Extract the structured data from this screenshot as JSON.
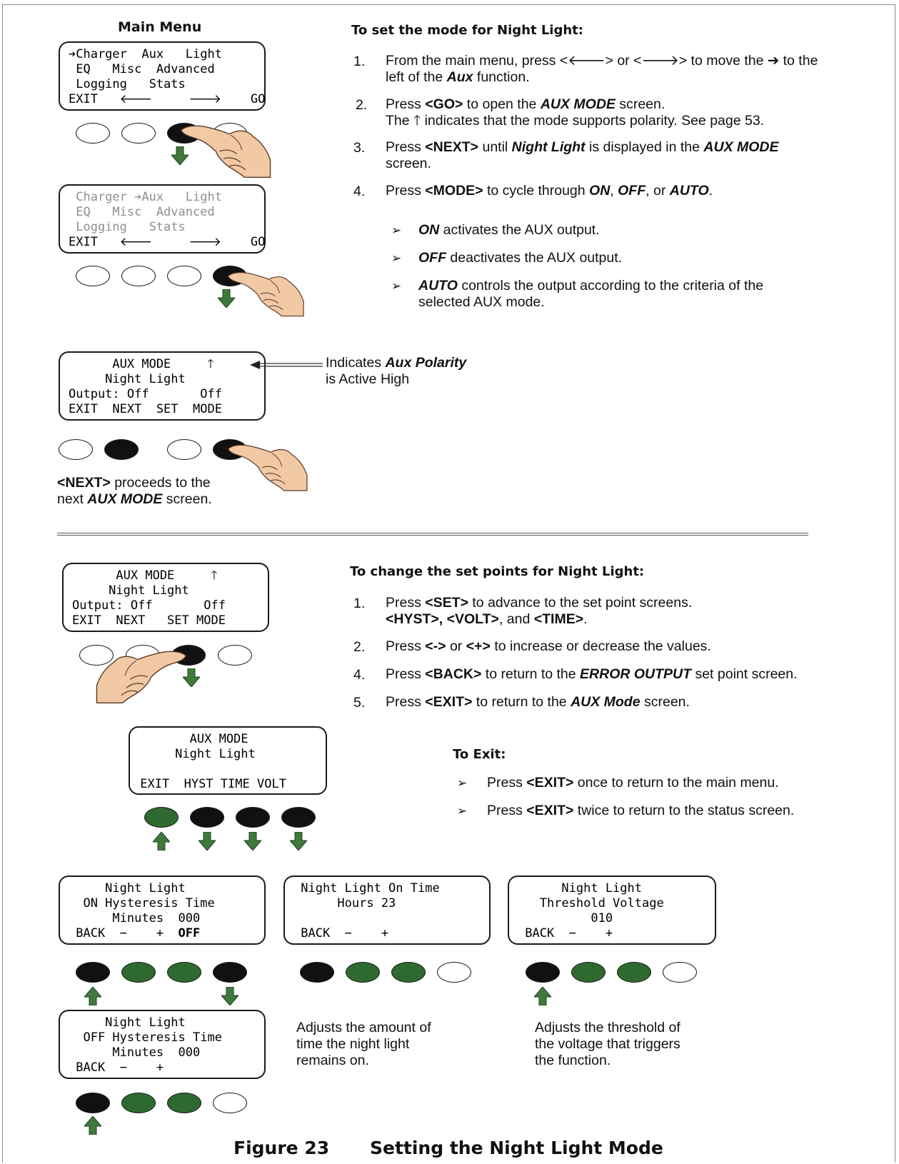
{
  "main_menu_title": "Main Menu",
  "lcd1": {
    "l1": "➔Charger  Aux   Light",
    "l2": " EQ   Misc  Advanced",
    "l3": " Logging   Stats",
    "l4": "EXIT   🡐     🡒    GO"
  },
  "lcd2": {
    "l1": " Charger ➔Aux   Light",
    "l2": " EQ   Misc  Advanced",
    "l3": " Logging   Stats",
    "l4": "EXIT   🡐     🡒    GO"
  },
  "lcd3": {
    "l1": "      AUX MODE     🡑",
    "l2": "     Night Light",
    "l3": "Output: Off       Off",
    "l4": "EXIT  NEXT  SET  MODE"
  },
  "polarity_note": {
    "a": "Indicates ",
    "b": "Aux Polarity",
    "c": "is Active High"
  },
  "next_note": {
    "a": "<NEXT>",
    "b": " proceeds to the",
    "c": "next ",
    "d": "AUX MODE",
    "e": " screen."
  },
  "section1": {
    "heading": "To set the mode for Night Light:",
    "s1_num": "1.",
    "s1_a": "From the main menu, press <🡐> or <🡒> to move the ➔ to the",
    "s1_b": "left of the ",
    "s1_c": "Aux",
    "s1_d": " function.",
    "s2_num": "2.",
    "s2_a": "Press ",
    "s2_b": "<GO>",
    "s2_c": " to open the ",
    "s2_d": "AUX  MODE",
    "s2_e": " screen.",
    "s2_f": "The 🡑 indicates that the mode supports polarity.  See page 53.",
    "s3_num": "3.",
    "s3_a": "Press ",
    "s3_b": "<NEXT>",
    "s3_c": " until ",
    "s3_d": "Night Light",
    "s3_e": " is displayed in the ",
    "s3_f": "AUX MODE",
    "s3_g": "screen.",
    "s4_num": "4.",
    "s4_a": "Press ",
    "s4_b": "<MODE>",
    "s4_c": " to cycle through ",
    "s4_d": "ON",
    "s4_e": ", ",
    "s4_f": "OFF",
    "s4_g": ", or ",
    "s4_h": "AUTO",
    "s4_i": ".",
    "b1_a": "ON",
    "b1_b": " activates the AUX output.",
    "b2_a": "OFF",
    "b2_b": " deactivates the AUX output.",
    "b3_a": "AUTO",
    "b3_b": " controls the  output according to the criteria of the",
    "b3_c": "selected AUX mode.",
    "bullet_glyph": "➢"
  },
  "lcd4": {
    "l1": "      AUX MODE     🡑",
    "l2": "     Night Light",
    "l3": "Output: Off       Off",
    "l4": "EXIT  NEXT   SET MODE"
  },
  "section2": {
    "heading": "To change the set points for Night Light:",
    "s1_num": "1.",
    "s1_a": "Press ",
    "s1_b": "<SET>",
    "s1_c": " to advance to the set point screens.",
    "s1_d": "<HYST>, <VOLT>",
    "s1_e": ", and ",
    "s1_f": "<TIME>",
    "s1_g": ".",
    "s2_num": "2.",
    "s2_a": "Press ",
    "s2_b": "<->",
    "s2_c": " or ",
    "s2_d": "<+>",
    "s2_e": " to increase or decrease the values.",
    "s4_num": "4.",
    "s4_a": "Press ",
    "s4_b": "<BACK>",
    "s4_c": " to return to the ",
    "s4_d": "ERROR OUTPUT",
    "s4_e": " set point screen.",
    "s5_num": "5.",
    "s5_a": "Press ",
    "s5_b": "<EXIT>",
    "s5_c": " to return to the ",
    "s5_d": "AUX Mode",
    "s5_e": " screen."
  },
  "lcd5": {
    "l1": "       AUX MODE",
    "l2": "     Night Light",
    "l4": " EXIT  HYST TIME VOLT"
  },
  "to_exit": {
    "heading": "To Exit:",
    "e1_a": "Press ",
    "e1_b": "<EXIT>",
    "e1_c": " once to return to the main menu.",
    "e2_a": "Press ",
    "e2_b": "<EXIT>",
    "e2_c": " twice to return to the status screen."
  },
  "lcd6": {
    "l1": "     Night Light",
    "l2": "  ON Hysteresis Time",
    "l3": "      Minutes  000",
    "l4": " BACK  −    +  ",
    "l4b": "OFF"
  },
  "lcd7": {
    "l1": " Night Light On Time",
    "l2": "      Hours 23",
    "l4": " BACK  −    +"
  },
  "lcd8": {
    "l1": "      Night Light",
    "l2": "   Threshold Voltage",
    "l3": "          010",
    "l4": " BACK  −    +"
  },
  "lcd9": {
    "l1": "     Night Light",
    "l2": "  OFF Hysteresis Time",
    "l3": "      Minutes  000",
    "l4": " BACK  −    +"
  },
  "note_time": {
    "l1": "Adjusts the amount of",
    "l2": "time the night light",
    "l3": "remains on."
  },
  "note_volt": {
    "l1": "Adjusts the threshold of",
    "l2": "the voltage that triggers",
    "l3": "the function."
  },
  "caption": {
    "label": "Figure 23",
    "title": "Setting the Night Light Mode"
  },
  "colors": {
    "button_green": "#2e6a2f",
    "button_black": "#111111",
    "arrow_green": "#3f7a3a"
  }
}
